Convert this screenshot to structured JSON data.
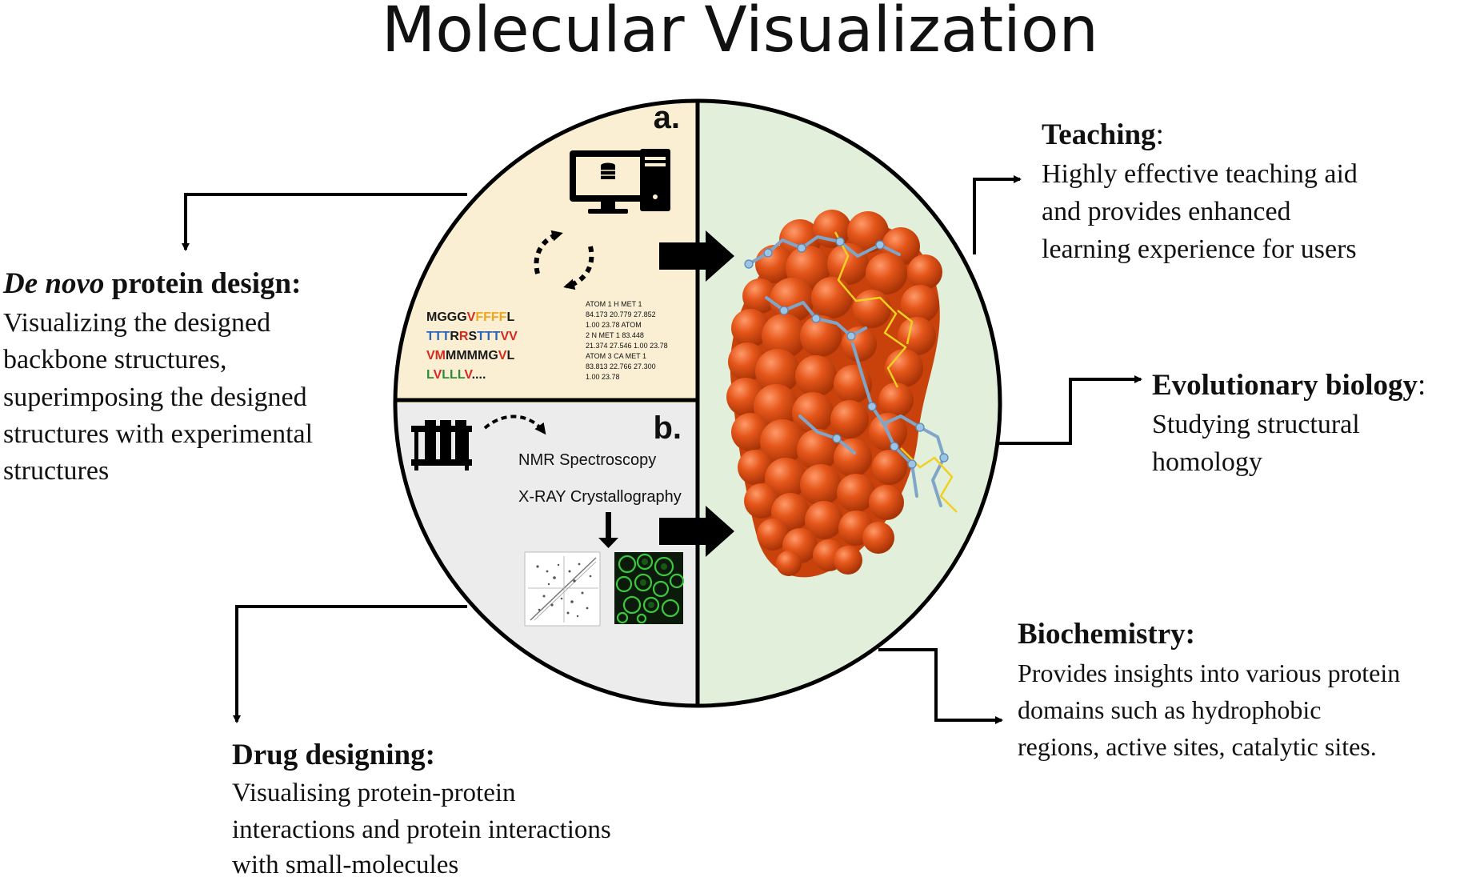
{
  "title": "Molecular Visualization",
  "panels": {
    "a": {
      "label": "a.",
      "icons": [
        "computer-monitor-icon",
        "computer-tower-icon",
        "refresh-cycle-icon"
      ],
      "sequence_lines": [
        [
          [
            "MGGG",
            "#1a1a1a"
          ],
          [
            "V",
            "#d62a1f"
          ],
          [
            "FFFF",
            "#f2a41c"
          ],
          [
            "L",
            "#1a1a1a"
          ]
        ],
        [
          [
            "TTT",
            "#2a62b8"
          ],
          [
            "R",
            "#1a1a1a"
          ],
          [
            "R",
            "#d62a1f"
          ],
          [
            "S",
            "#1a1a1a"
          ],
          [
            "TTT",
            "#2a62b8"
          ],
          [
            "VV",
            "#d62a1f"
          ]
        ],
        [
          [
            "VM",
            "#d62a1f"
          ],
          [
            "MMMMG",
            "#1a1a1a"
          ],
          [
            "V",
            "#d62a1f"
          ],
          [
            "L",
            "#1a1a1a"
          ]
        ],
        [
          [
            "L",
            "#2e8b3a"
          ],
          [
            "V",
            "#d62a1f"
          ],
          [
            "LLL",
            "#2e8b3a"
          ],
          [
            "V",
            "#d62a1f"
          ],
          [
            "....",
            "#1a1a1a"
          ]
        ]
      ],
      "pdb_lines": [
        "ATOM     1 H  MET    1",
        "84.173  20.779  27.852",
        "1.00 23.78          ATOM",
        "2  N   MET    1     83.448",
        "21.374  27.546  1.00 23.78",
        "ATOM     3  CA  MET    1",
        "83.813  22.766  27.300",
        "1.00 23.78"
      ]
    },
    "b": {
      "label": "b.",
      "icons": [
        "test-tubes-icon",
        "dashed-curved-arrow-icon",
        "down-arrow-icon"
      ],
      "methods": [
        "NMR Spectroscopy",
        "X-RAY Crystallography"
      ]
    }
  },
  "callouts": {
    "de_novo": {
      "title_italic": "De novo",
      "title_rest": " protein design:",
      "body_lines": [
        "Visualizing the designed",
        "backbone structures,",
        "superimposing the designed",
        "structures with experimental",
        "structures"
      ]
    },
    "teaching": {
      "title": "Teaching",
      "suffix": ":",
      "body_lines": [
        "Highly effective teaching aid",
        "and provides enhanced",
        "learning experience for users"
      ]
    },
    "evolutionary": {
      "title": "Evolutionary biology",
      "suffix": ":",
      "body_lines": [
        "Studying structural",
        "homology"
      ]
    },
    "biochemistry": {
      "title": "Biochemistry:",
      "body_lines": [
        "Provides insights into various protein",
        "domains such as hydrophobic",
        "regions, active sites, catalytic sites."
      ]
    },
    "drug": {
      "title": "Drug designing:",
      "body_lines": [
        "Visualising protein-protein",
        "interactions and protein interactions",
        "with small-molecules"
      ]
    }
  },
  "colors": {
    "panel_a_bg": "#fbefd3",
    "panel_b_bg": "#ececec",
    "protein_panel_bg": "#e2efda",
    "protein_surface": "#d8480f",
    "protein_highlight": "#ff9060",
    "ligand_blue": "#7fa6c8",
    "ligand_yellow": "#f0d020",
    "nmr_bg": "#ffffff",
    "crystal_bg": "#0c1a0c",
    "crystal_green": "#3cc83c"
  }
}
